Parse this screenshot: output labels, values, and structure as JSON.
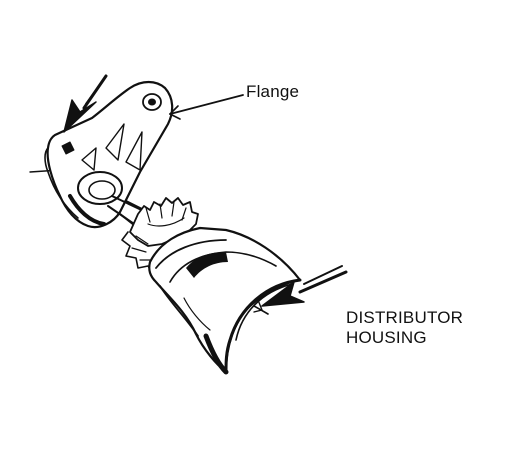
{
  "labels": {
    "flange": "Flange",
    "housing_line1": "DISTRIBUTOR",
    "housing_line2": "HOUSING"
  },
  "colors": {
    "ink": "#111111",
    "paper": "#ffffff"
  }
}
